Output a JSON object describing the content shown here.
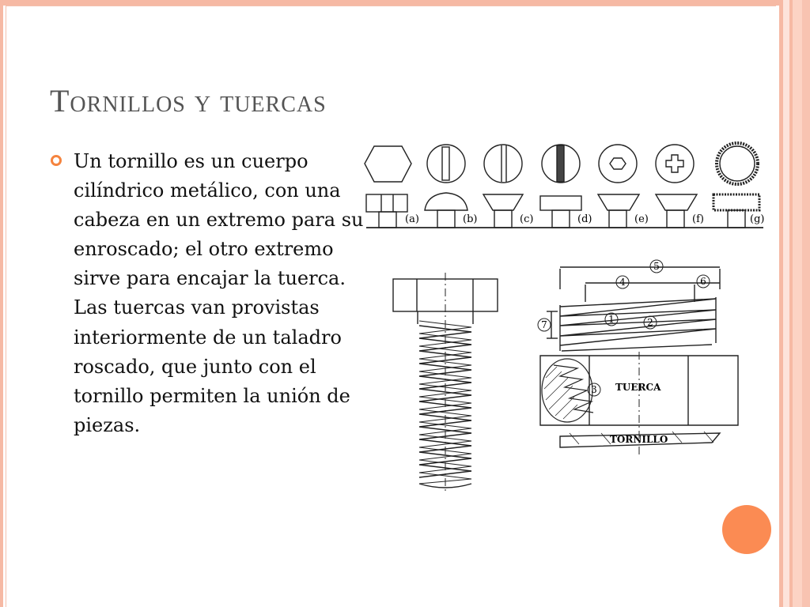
{
  "slide": {
    "title": "Tornillos y tuercas",
    "bullet": "Un tornillo es un cuerpo cilíndrico metálico, con una cabeza en un extremo para su enroscado; el otro extremo sirve para encajar la tuerca. Las tuercas van provistas interiormente de un taladro roscado, que junto con el tornillo permiten la unión de piezas."
  },
  "figure": {
    "head_types": [
      "(a)",
      "(b)",
      "(c)",
      "(d)",
      "(e)",
      "(f)",
      "(g)"
    ],
    "nut_label": "TUERCA",
    "bolt_label": "TORNILLO",
    "callouts": [
      "1",
      "2",
      "3",
      "4",
      "5",
      "6",
      "7"
    ]
  },
  "theme": {
    "accent": "#fb8b53",
    "frame": "#f6b9a4",
    "title_color": "#545454"
  }
}
